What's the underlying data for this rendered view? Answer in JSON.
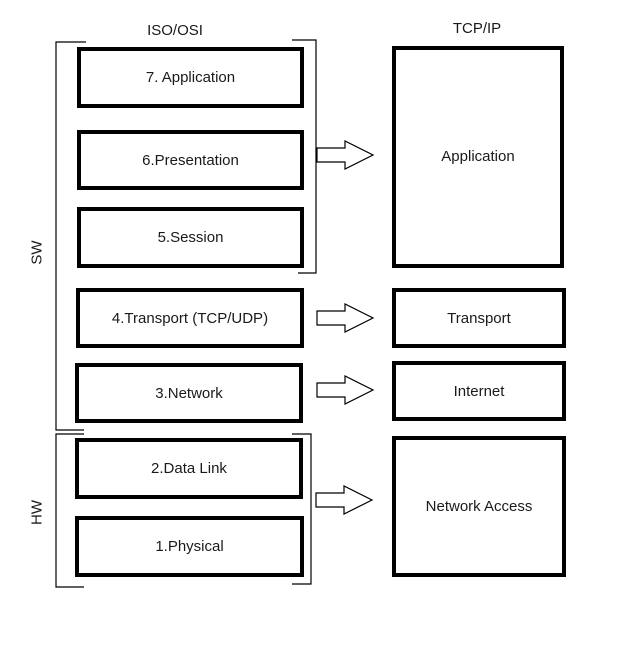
{
  "headings": {
    "osi": "ISO/OSI",
    "tcpip": "TCP/IP"
  },
  "side_labels": {
    "software": "SW",
    "hardware": "HW"
  },
  "osi_layers": [
    "7. Application",
    "6.Presentation",
    "5.Session",
    "4.Transport (TCP/UDP)",
    "3.Network",
    "2.Data Link",
    "1.Physical"
  ],
  "tcpip_layers": [
    "Application",
    "Transport",
    "Internet",
    "Network Access"
  ]
}
